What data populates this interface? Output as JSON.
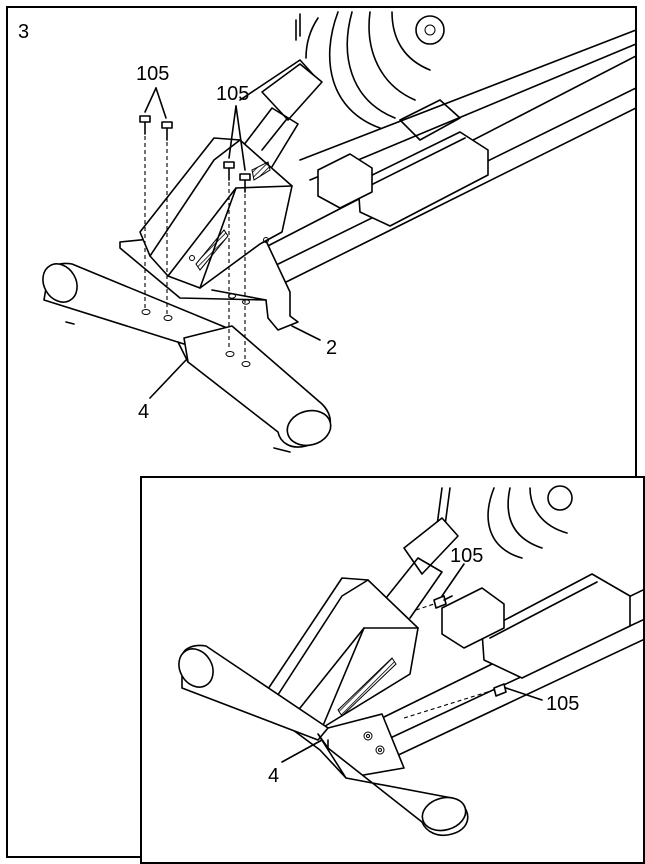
{
  "step": {
    "number": "3"
  },
  "callouts": {
    "bolts_left": "105",
    "bolts_right": "105",
    "part_bracket": "2",
    "part_stabilizer": "4",
    "inset_bolt_top": "105",
    "inset_bolt_bottom": "105",
    "inset_stabilizer": "4"
  }
}
